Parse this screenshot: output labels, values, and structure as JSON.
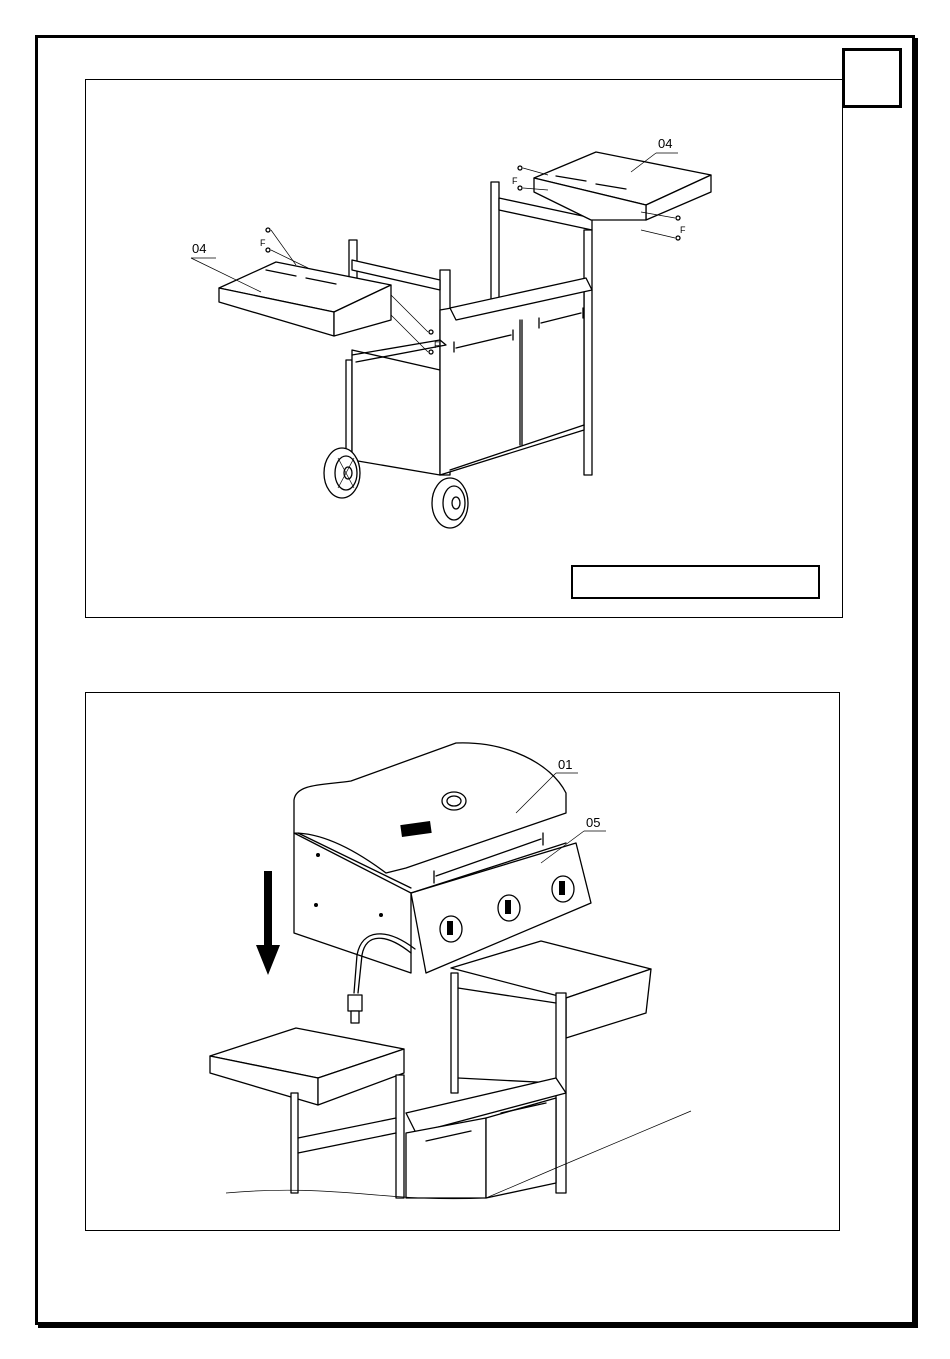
{
  "panel_top": {
    "labels": {
      "left_shelf": "04",
      "right_shelf": "04",
      "screw_left_a": "F",
      "screw_left_b": "F",
      "screw_right_a": "F",
      "screw_right_b": "F"
    },
    "caption": ""
  },
  "panel_bottom": {
    "labels": {
      "grill_head": "01",
      "lid_handle": "05"
    }
  }
}
